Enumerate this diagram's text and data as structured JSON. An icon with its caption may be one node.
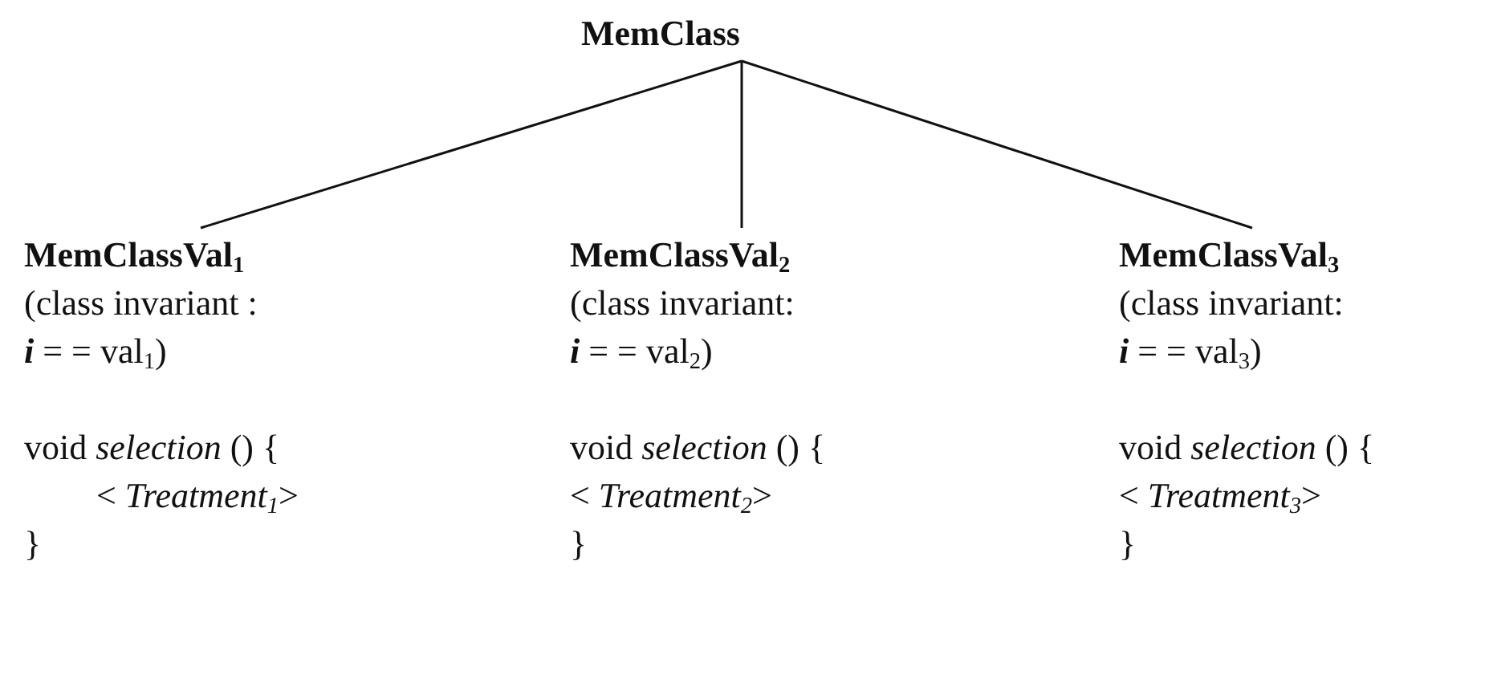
{
  "diagram": {
    "nodes": [
      {
        "text": [
          "MemClass"
        ]
      },
      {
        "text": [
          "MemClassVal$_{1}$",
          "(class invariant :",
          "**i** = =  val$_{1}$)",
          "void *selection* () {",
          "< *Treatment$_{1}$*>",
          "}"
        ]
      },
      {
        "text": [
          "MemClassVal$_{2}$",
          "(class invariant:",
          "**i** = =  val$_{2}$)",
          "void *selection* () {",
          "< *Treatment$_{2}$*>",
          "}"
        ]
      },
      {
        "text": [
          "MemClassVal$_{3}$",
          "(class invariant:",
          "**i** = =  val$_{3}$)",
          "void *selection* () {",
          "< *Treatment$_{3}$*>",
          "}"
        ]
      }
    ],
    "edges": [
      {
        "from": 0,
        "to": 1,
        "arrow": "none"
      },
      {
        "from": 0,
        "to": 2,
        "arrow": "none"
      },
      {
        "from": 0,
        "to": 3,
        "arrow": "none"
      }
    ]
  }
}
